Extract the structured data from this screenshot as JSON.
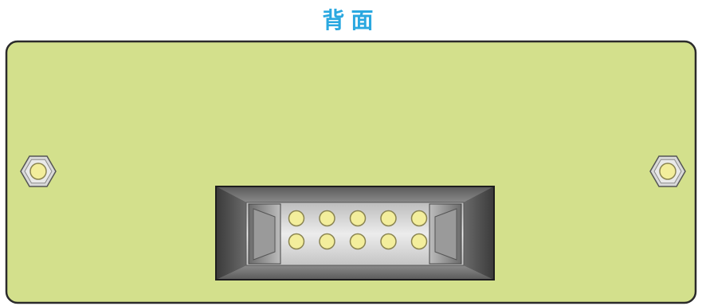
{
  "view_title": "背面",
  "colors": {
    "title": "#2aa8e0",
    "board_fill": "#d3e08c",
    "board_stroke": "#2b2b2b",
    "pin_fill": "#f3ee9c",
    "pin_stroke": "#8a8450"
  },
  "mounting_screws": [
    {
      "side": "left",
      "icon": "hex-nut-icon"
    },
    {
      "side": "right",
      "icon": "hex-nut-icon"
    }
  ],
  "connector": {
    "type": "10-pin box header",
    "rows": 2,
    "pins_per_row": 5
  }
}
